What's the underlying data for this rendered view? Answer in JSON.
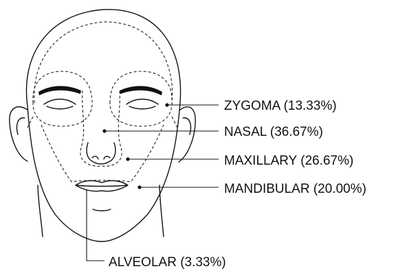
{
  "labels": {
    "zygoma": "ZYGOMA (13.33%)",
    "nasal": "NASAL (36.67%)",
    "maxillary": "MAXILLARY (26.67%)",
    "mandibular": "MANDIBULAR (20.00%)",
    "alveolar": "ALVEOLAR (3.33%)"
  },
  "colors": {
    "line": "#111111",
    "background": "#ffffff"
  }
}
